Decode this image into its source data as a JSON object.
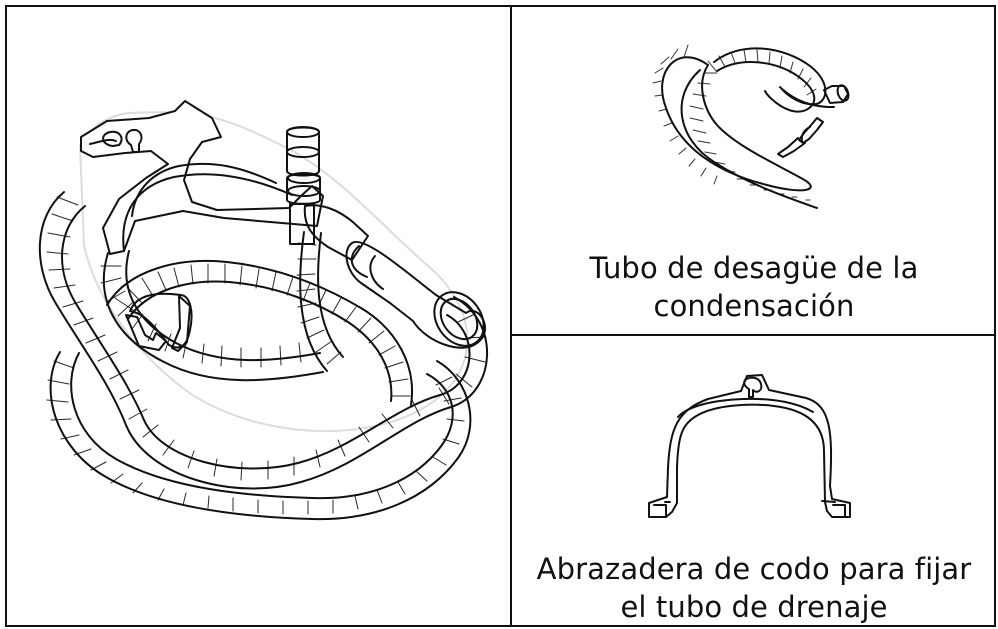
{
  "captions": {
    "condensation_hose": "Tubo de desagüe de la condensación",
    "elbow_clamp": "Abrazadera de codo para fijar el tubo de drenaje"
  },
  "illustrations": {
    "drain_hose_assembly": "drain-hose-assembly-illustration",
    "condensation_hose": "condensation-hose-illustration",
    "elbow_clamp": "elbow-clamp-illustration"
  },
  "style": {
    "line_color": "#111111",
    "background": "#ffffff"
  }
}
